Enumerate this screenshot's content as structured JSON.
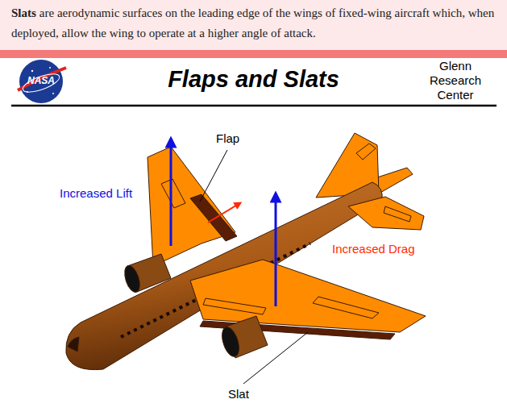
{
  "diagram": {
    "title": "Flaps and Slats",
    "labels": [
      "Slats",
      "are aerodynamic surfaces on the leading edge of the wings of fixed-wing aircraft which, when deployed, allow the wing to operate at a higher angle of attack.",
      "NASA",
      "Glenn Research Center",
      "Increased Lift",
      "Flap",
      "Increased Drag",
      "Slat"
    ]
  }
}
